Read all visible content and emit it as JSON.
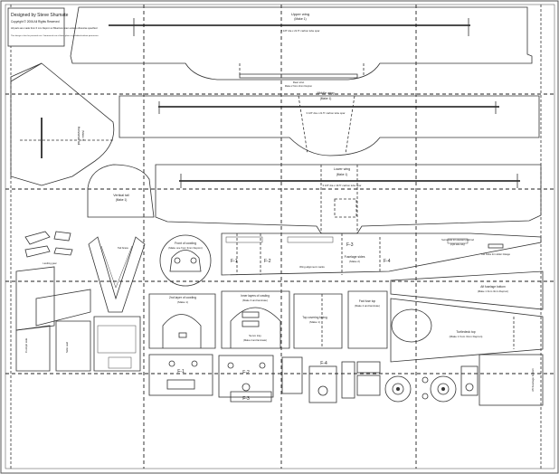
{
  "title_block": {
    "designer": "Designed by Steve Shumate",
    "copyright": "Copyright © 2006 All Rights Reserved",
    "note1": "All parts are made from 6 mm Depron or BlueCore foam unless otherwise specified",
    "note2": "This design is free for personal use. Commercial use of these plans is prohibited without permission."
  },
  "parts": {
    "upper_wing": {
      "name": "Upper wing",
      "qty": "(Make 1)",
      "spar": "3 1/8\" dia x 21.5\" carbon tube spar"
    },
    "rear_strut": {
      "name": "Rear strut",
      "note": "Make 2 from 3mm Depron"
    },
    "middle_wing": {
      "name": "Middle wing",
      "qty": "(Make 1)",
      "spar": "3 1/8\" dia x 21.5\" carbon tube spar"
    },
    "lower_wing": {
      "name": "Lower wing",
      "qty": "(Make 1)",
      "spar": "3 1/8\" dia x 19.5\" carbon tube spar"
    },
    "horizontal_tail": {
      "name": "Horizontal tail",
      "qty": "(Make 1)"
    },
    "vertical_tail": {
      "name": "Vertical tail",
      "qty": "(Make 1)"
    },
    "front_cowling": {
      "name": "Front of cowling",
      "note": "(Make one from 3mm Depron)"
    },
    "second_cowling": {
      "name": "2nd layer of cowling",
      "qty": "(Make 1)"
    },
    "inner_cowling": {
      "name": "Inner layers of cowling",
      "note": "(Make 3 and laminate)"
    },
    "servo_tray": {
      "name": "Servo tray",
      "note": "(Make 2 and laminate)"
    },
    "top_covering": {
      "name": "Top covering facing",
      "qty": "(Make 1)"
    },
    "fuel_tank": {
      "name": "Fwd fuse top",
      "note": "(Make 2 and laminate)"
    },
    "turtledeck": {
      "name": "Turtledeck top",
      "note": "(Make 1 from 3mm Depron)"
    },
    "fuselage_bottom": {
      "name": "Aft fuselage bottom",
      "note": "(Make 1 from 3mm Depron)"
    },
    "fuselage_sides": {
      "name": "Fuselage sides",
      "qty": "(Make 2)"
    },
    "wing_alignment": {
      "name": "Wing alignment marks"
    },
    "servo_guide": {
      "name": "Surrounds for elevator pushrod",
      "note": "(right side only)"
    },
    "rudder_horn": {
      "name": "Cut holes for rudder linkage"
    },
    "tail_brace": {
      "name": "Tail brace"
    },
    "side_parts": {
      "left": "Cockpit side",
      "right": "Side wall"
    },
    "landing_gear": {
      "name": "Landing gear"
    }
  },
  "formers": {
    "f1": "F-1",
    "f2": "F-2",
    "f3": "F-3",
    "f3b": "F-3",
    "f4": "F-4",
    "f4b": "F-4",
    "f1b": "F-1",
    "f2b": "F-2"
  }
}
